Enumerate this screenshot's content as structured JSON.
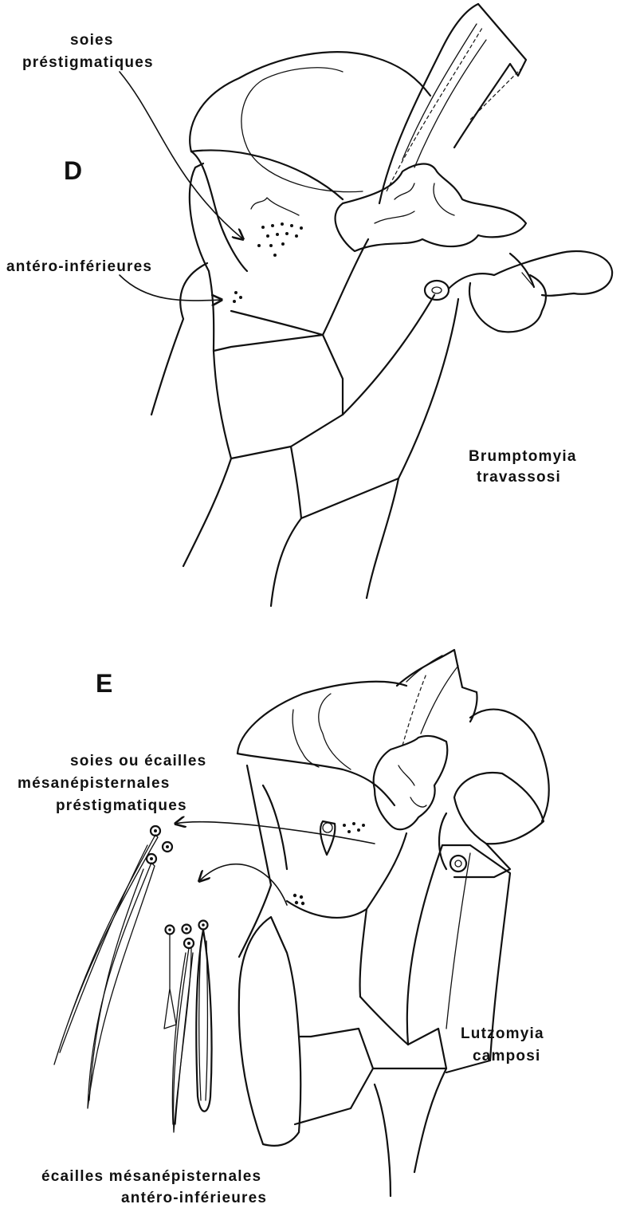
{
  "panel_d": {
    "letter": "D",
    "label_prestigmatic": [
      "soies",
      "préstigmatiques"
    ],
    "label_anteroinferior": "antéro-inférieures",
    "species": [
      "Brumptomyia",
      "travassosi"
    ]
  },
  "panel_e": {
    "letter": "E",
    "label_prestigmatic": [
      "soies ou écailles",
      "mésanépisternales",
      "préstigmatiques"
    ],
    "label_anteroinferior": [
      "écailles mésanépisternales",
      "antéro-inférieures"
    ],
    "species": [
      "Lutzomyia",
      "camposi"
    ]
  }
}
